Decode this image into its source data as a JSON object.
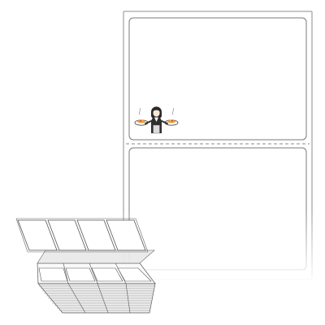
{
  "product": {
    "label_count_visible": 2,
    "perforation": "dashed-line",
    "fanfold_stack": true,
    "sample_artwork": "chef-with-plates"
  },
  "colors": {
    "label_stroke": "#7a7a7a",
    "sheet_stroke": "#8c8c8c",
    "perforation": "#8a8a8a",
    "stack_fill": "#f1f1f1",
    "stack_stroke": "#555555",
    "chef_vest": "#2f2f2f",
    "plate_food": "#e8a33a",
    "plate_garnish": "#e2473f"
  }
}
